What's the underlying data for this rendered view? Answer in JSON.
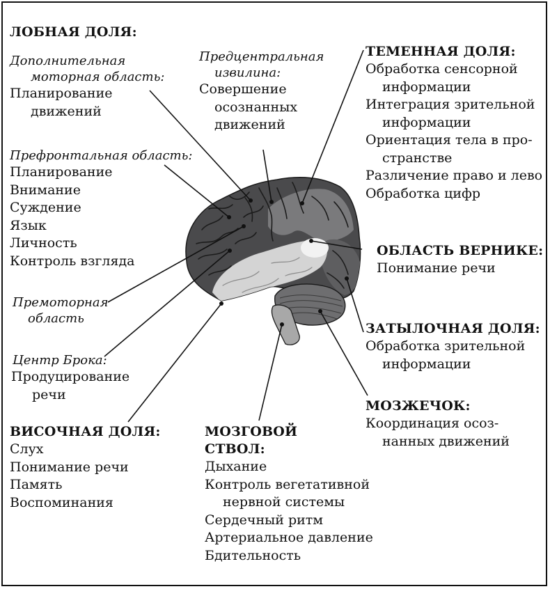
{
  "frontal": {
    "title": "ЛОБНАЯ ДОЛЯ:",
    "sma_label_1": "Дополнительная",
    "sma_label_2": "моторная область:",
    "sma_text_1": "Планирование",
    "sma_text_2": "движений",
    "pfc_label": "Префронтальная область:",
    "pfc_items": [
      "Планирование",
      "Внимание",
      "Суждение",
      "Язык",
      "Личность",
      "Контроль взгляда"
    ],
    "premotor_1": "Премоторная",
    "premotor_2": "область",
    "broca_label": "Центр Брока:",
    "broca_text_1": "Продуцирование",
    "broca_text_2": "речи"
  },
  "precentral": {
    "label_1": "Предцентральная",
    "label_2": "извилина:",
    "text_1": "Совершение",
    "text_2": "осознанных",
    "text_3": "движений"
  },
  "parietal": {
    "title": "ТЕМЕННАЯ ДОЛЯ:",
    "l1": "Обработка сенсорной",
    "l2": "информации",
    "l3": "Интеграция зрительной",
    "l4": "информации",
    "l5": "Ориентация тела в про-",
    "l6": "странстве",
    "l7": "Различение право и лево",
    "l8": "Обработка цифр"
  },
  "wernicke": {
    "title": "ОБЛАСТЬ ВЕРНИКЕ:",
    "l1": "Понимание речи"
  },
  "occipital": {
    "title": "ЗАТЫЛОЧНАЯ ДОЛЯ:",
    "l1": "Обработка зрительной",
    "l2": "информации"
  },
  "cerebellum": {
    "title": "МОЗЖЕЧОК:",
    "l1": "Координация осоз-",
    "l2": "нанных движений"
  },
  "temporal": {
    "title": "ВИСОЧНАЯ ДОЛЯ:",
    "items": [
      "Слух",
      "Понимание речи",
      "Память",
      "Воспоминания"
    ]
  },
  "brainstem": {
    "title_1": "МОЗГОВОЙ",
    "title_2": "СТВОЛ:",
    "l1": "Дыхание",
    "l2": "Контроль вегетативной",
    "l3": "нервной системы",
    "l4": "Сердечный ритм",
    "l5": "Артериальное давление",
    "l6": "Бдительность"
  }
}
